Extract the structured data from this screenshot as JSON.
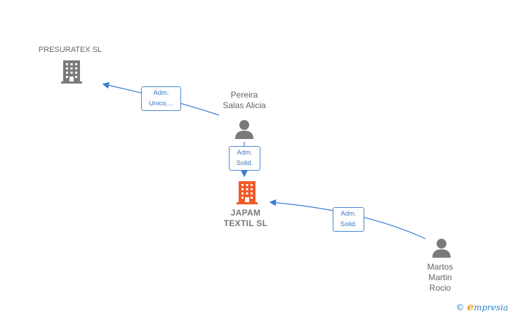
{
  "nodes": {
    "presuratex": {
      "label": "PRESURATEX SL",
      "type": "company"
    },
    "pereira": {
      "label": "Pereira\nSalas Alicia",
      "type": "person"
    },
    "japam": {
      "label": "JAPAM\nTEXTIL  SL",
      "type": "company-main"
    },
    "martos": {
      "label": "Martos\nMartin\nRocio",
      "type": "person"
    }
  },
  "edges": [
    {
      "from": "pereira",
      "to": "presuratex",
      "label_lines": [
        "Adm.",
        "Unico,..."
      ]
    },
    {
      "from": "pereira",
      "to": "japam",
      "label_lines": [
        "Adm.",
        "Solid."
      ]
    },
    {
      "from": "martos",
      "to": "japam",
      "label_lines": [
        "Adm.",
        "Solid."
      ]
    }
  ],
  "colors": {
    "company": "#7a7a7a",
    "main_company": "#f05a28",
    "person": "#7a7a7a",
    "edge": "#3a7bd5"
  },
  "brand": {
    "copyright": "©",
    "name": "mpresia",
    "initial": "e"
  }
}
